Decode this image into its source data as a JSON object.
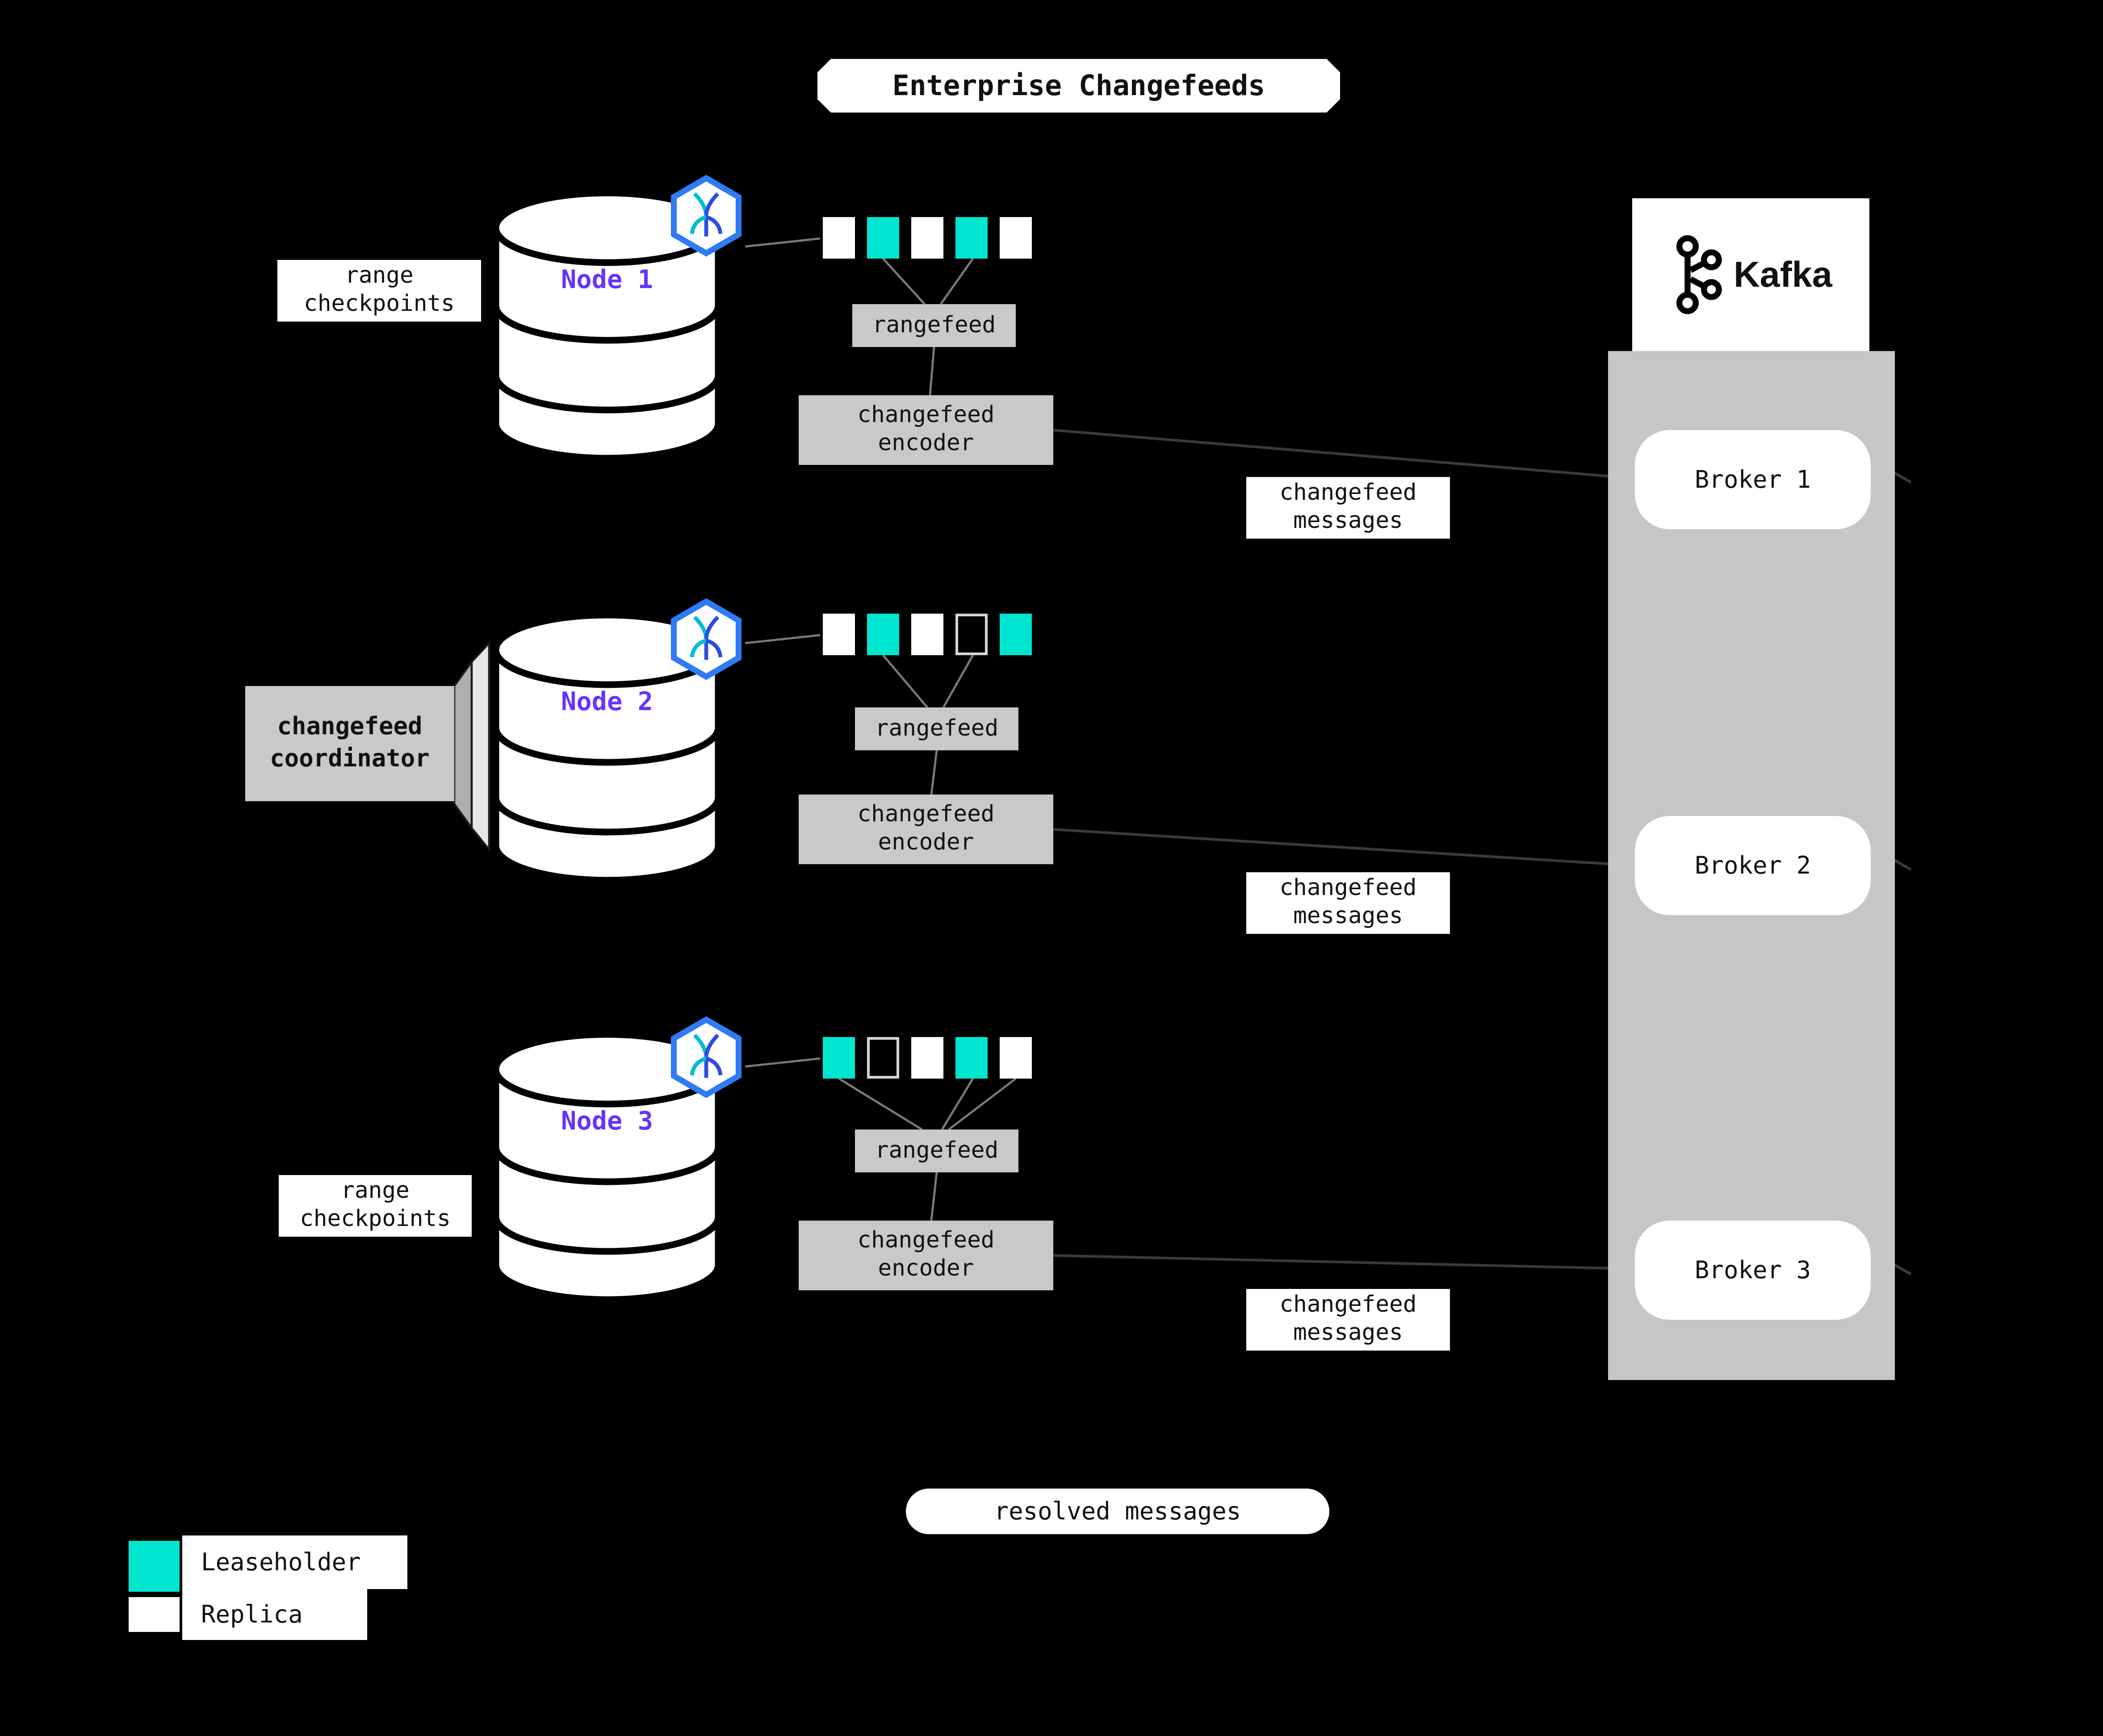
{
  "title": "Enterprise Changefeeds",
  "nodes": [
    {
      "name": "Node 1",
      "side_label_line1": "range",
      "side_label_line2": "checkpoints",
      "rangefeed": "rangefeed",
      "encoder_line1": "changefeed",
      "encoder_line2": "encoder",
      "replicas": [
        "replica",
        "leaseholder",
        "replica",
        "leaseholder",
        "replica"
      ]
    },
    {
      "name": "Node 2",
      "side_label_line1": "changefeed",
      "side_label_line2": "coordinator",
      "rangefeed": "rangefeed",
      "encoder_line1": "changefeed",
      "encoder_line2": "encoder",
      "replicas": [
        "replica",
        "leaseholder",
        "replica",
        "empty",
        "leaseholder"
      ]
    },
    {
      "name": "Node 3",
      "side_label_line1": "range",
      "side_label_line2": "checkpoints",
      "rangefeed": "rangefeed",
      "encoder_line1": "changefeed",
      "encoder_line2": "encoder",
      "replicas": [
        "leaseholder",
        "empty",
        "replica",
        "leaseholder",
        "replica"
      ]
    }
  ],
  "message_labels": [
    {
      "line1": "changefeed",
      "line2": "messages"
    },
    {
      "line1": "changefeed",
      "line2": "messages"
    },
    {
      "line1": "changefeed",
      "line2": "messages"
    }
  ],
  "resolved_label": "resolved messages",
  "kafka": {
    "brand": "Kafka",
    "brokers": [
      "Broker 1",
      "Broker 2",
      "Broker 3"
    ]
  },
  "legend": [
    {
      "label": "Leaseholder",
      "swatch": "leaseholder"
    },
    {
      "label": "Replica",
      "swatch": "replica"
    }
  ],
  "colors": {
    "leaseholder": "#00e5cf",
    "replica": "#ffffff",
    "empty": "#000000",
    "node_label": "#6633ff",
    "box_gray": "#c9c9c9",
    "panel_gray": "#c6c6c6",
    "background": "#000000",
    "hex_border": "#2e7bf5"
  }
}
